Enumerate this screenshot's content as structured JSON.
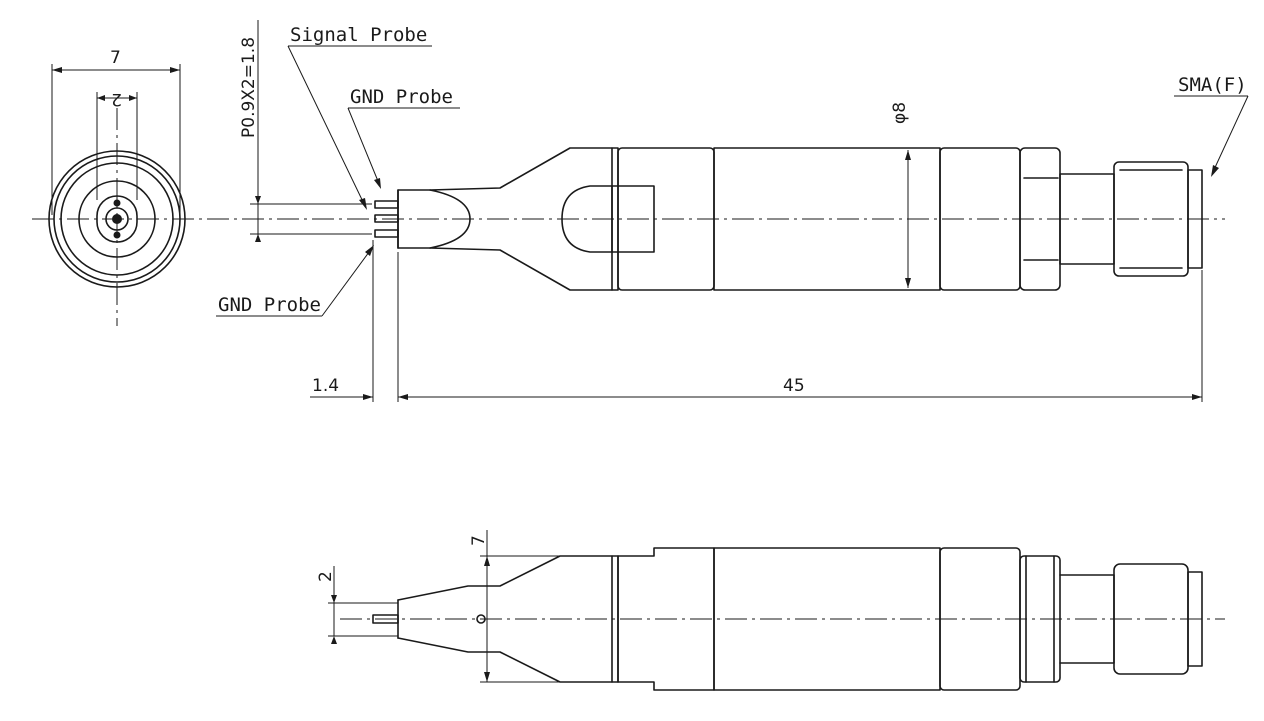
{
  "labels": {
    "signal_probe": "Signal Probe",
    "gnd_probe_top": "GND Probe",
    "gnd_probe_bottom": "GND Probe",
    "sma": "SMA(F)"
  },
  "dimensions": {
    "end_width": "7",
    "end_pitch": "2",
    "pitch": "P0.9X2=1.8",
    "diameter": "φ8",
    "tip_offset": "1.4",
    "length": "45",
    "side_width": "7",
    "side_tip": "2"
  }
}
